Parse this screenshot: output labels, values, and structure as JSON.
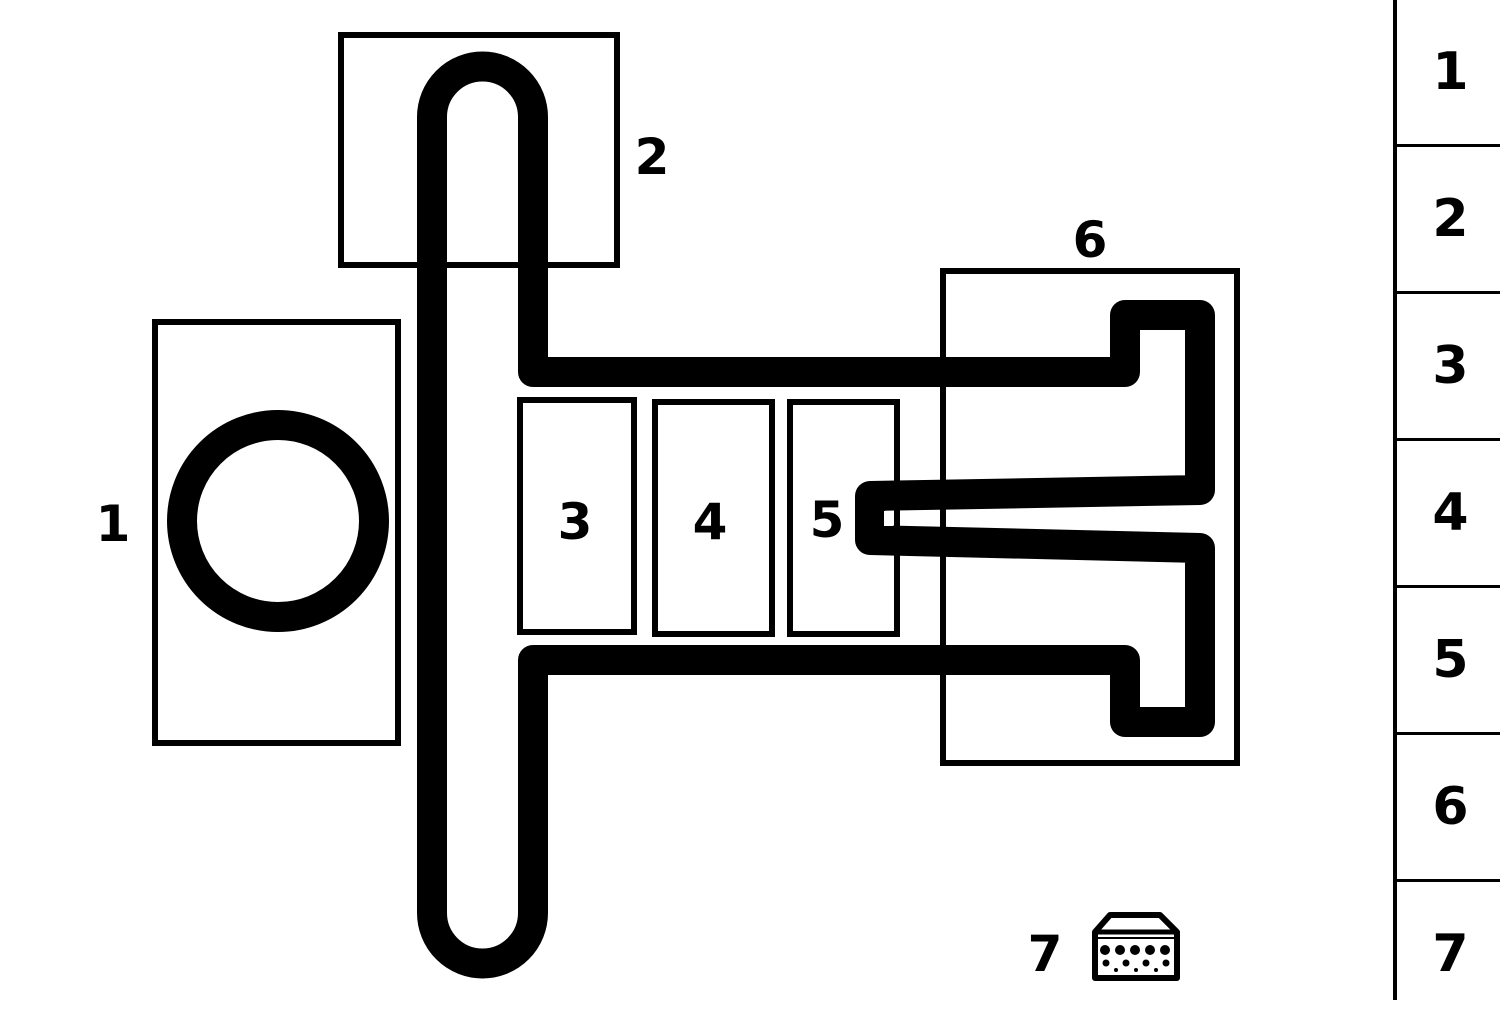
{
  "diagram": {
    "labels": {
      "l1": "1",
      "l2": "2",
      "l3": "3",
      "l4": "4",
      "l5": "5",
      "l6": "6",
      "l7": "7"
    },
    "icon_7": "storage-chest-icon",
    "stroke_color": "#000000",
    "background": "#ffffff"
  },
  "sidebar": {
    "items": [
      "1",
      "2",
      "3",
      "4",
      "5",
      "6",
      "7"
    ]
  }
}
